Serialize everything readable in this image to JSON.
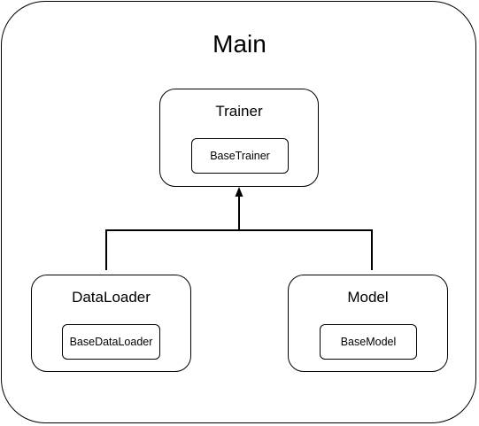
{
  "diagram": {
    "title": "Main",
    "trainer": {
      "title": "Trainer",
      "base": "BaseTrainer"
    },
    "dataloader": {
      "title": "DataLoader",
      "base": "BaseDataLoader"
    },
    "model": {
      "title": "Model",
      "base": "BaseModel"
    }
  }
}
